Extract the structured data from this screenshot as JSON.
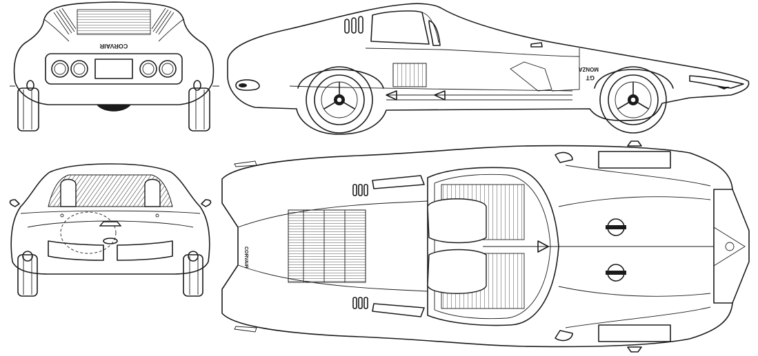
{
  "labels": {
    "rear_badge": "CORVAIR",
    "side_badge_line1": "MONZA",
    "side_badge_line2": "GT",
    "top_badge": "CORVAIR"
  },
  "colors": {
    "ink": "#1a1a1a",
    "paper": "#ffffff"
  }
}
